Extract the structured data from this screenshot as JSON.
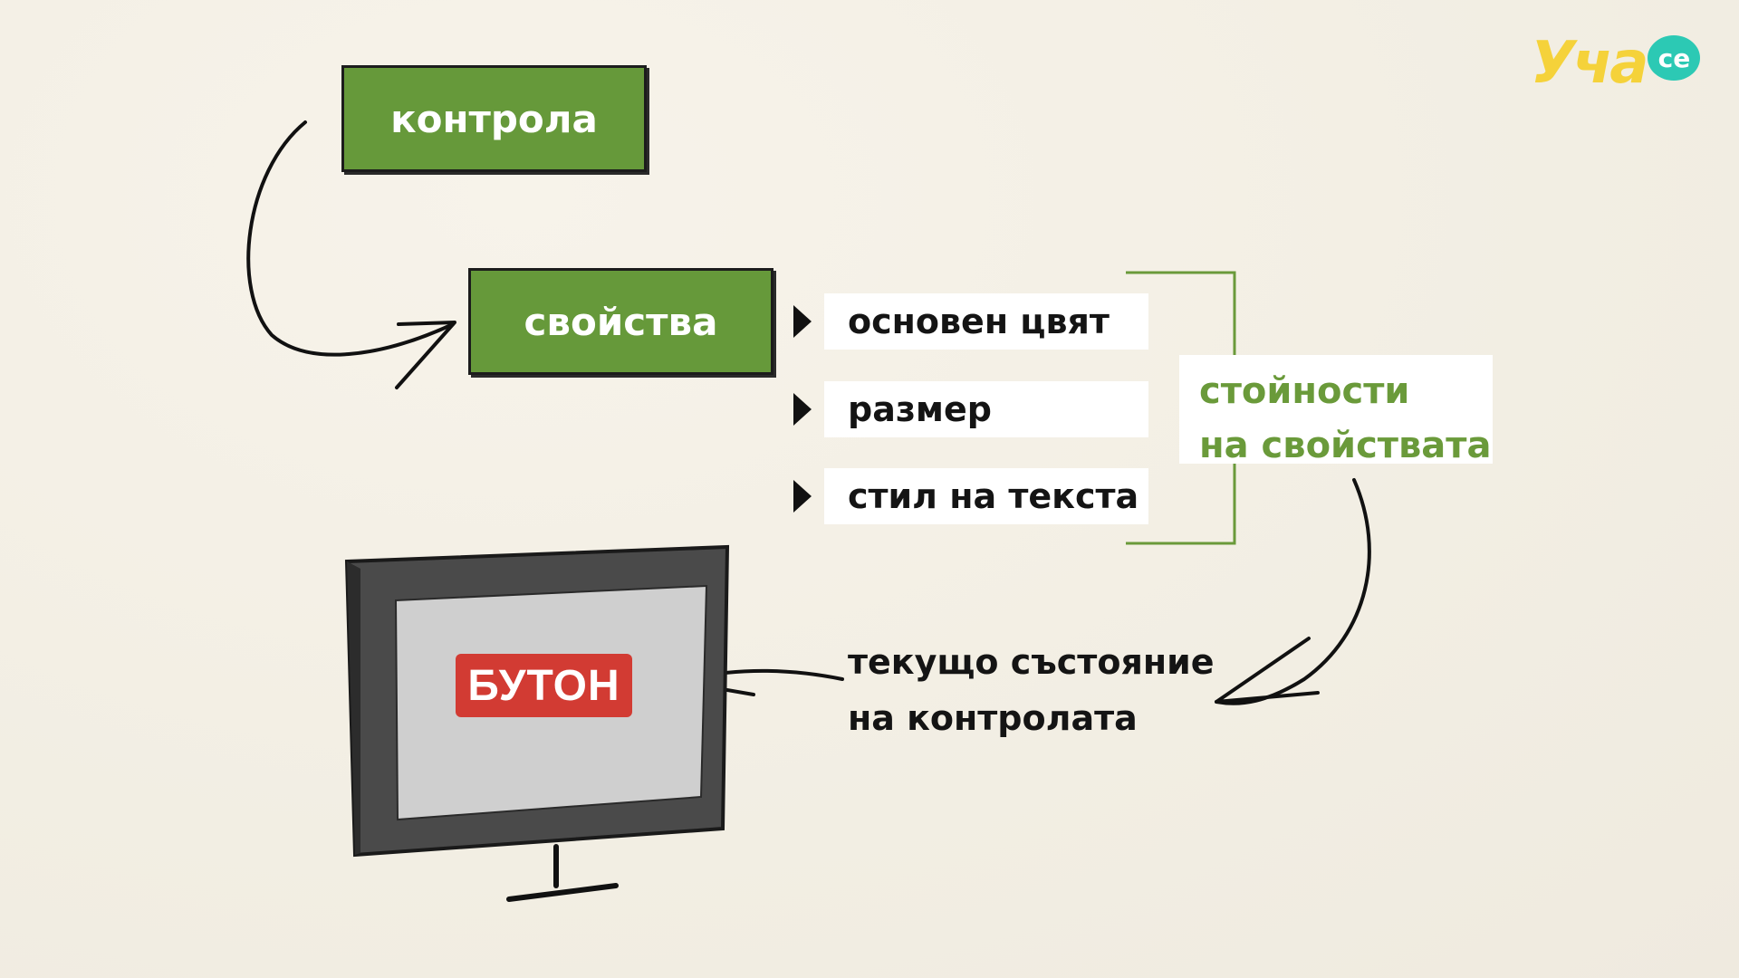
{
  "diagram": {
    "control_label": "контрола",
    "properties_label": "свойства",
    "property_items": [
      {
        "label": "основен цвят"
      },
      {
        "label": "размер"
      },
      {
        "label": "стил на текста"
      }
    ],
    "values_label": {
      "line1": "стойности",
      "line2": "на свойствата"
    },
    "state_label": {
      "line1": "текущо състояние",
      "line2": "на контролата"
    },
    "button_label": "БУТОН"
  },
  "logo": {
    "text": "Уча",
    "bubble": "се"
  },
  "colors": {
    "background": "#f4f0e6",
    "box_green": "#66993a",
    "values_green": "#6a9a3a",
    "button_red": "#d23b33",
    "logo_yellow": "#f5d23a",
    "logo_teal": "#2cc9b4"
  }
}
